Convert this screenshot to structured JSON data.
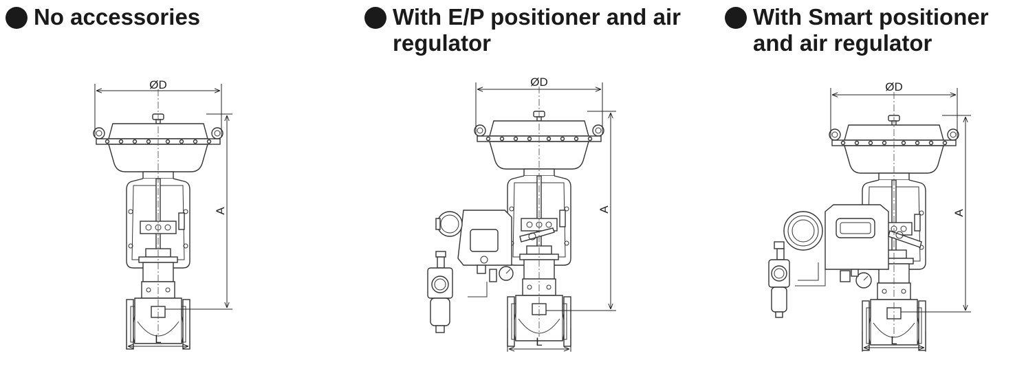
{
  "headings": [
    {
      "text": "No accessories"
    },
    {
      "text": "With E/P positioner and air regulator"
    },
    {
      "text": "With Smart positioner and air regulator"
    }
  ],
  "dimension_labels": {
    "diameter": "ØD",
    "height": "A",
    "length": "L"
  },
  "icons": {
    "bullet": "filled-circle-bullet-icon"
  }
}
